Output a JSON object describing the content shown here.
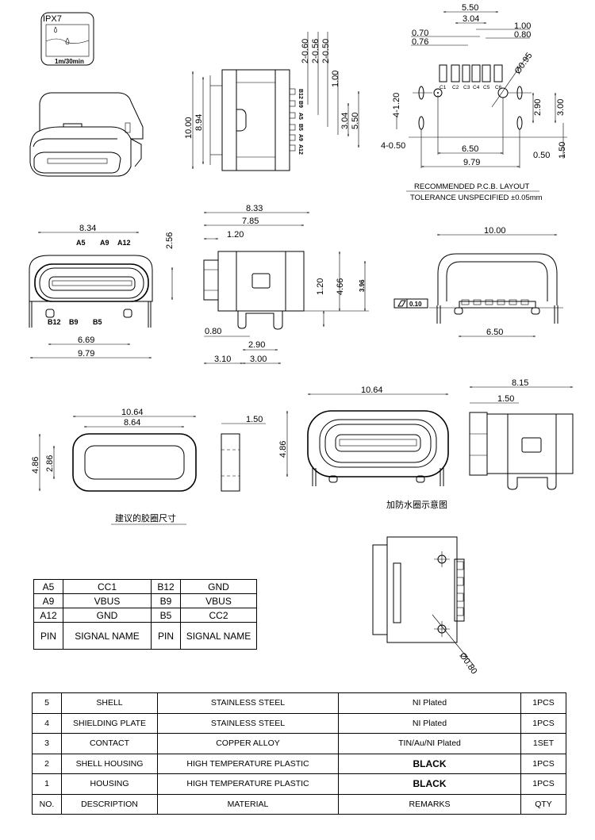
{
  "ipx_badge": {
    "rating": "IPX7",
    "spec": "1m/30min"
  },
  "top_view": {
    "dims": {
      "overall": "10.00",
      "inner": "8.94",
      "pitch_a": "2-0.60",
      "pitch_b": "2-0.56",
      "pitch_c": "2-0.50",
      "gap": "1.00",
      "span_small": "3.04",
      "span_large": "5.50"
    },
    "pins": [
      "B12",
      "B9",
      "A5",
      "B5",
      "A9",
      "A12"
    ]
  },
  "pcb_layout": {
    "dims": {
      "span_top": "5.50",
      "span_mid": "3.04",
      "pad_gap": "1.00",
      "pad_pitch": "0.80",
      "pad_width": "0.70",
      "pad_width2": "0.76",
      "hole_dia": "Ø0.95",
      "slot_len": "4-1.20",
      "v_290": "2.90",
      "v_300": "3.00",
      "slot_width": "4-0.50",
      "hole_span": "6.50",
      "slot_w_right": "0.50",
      "v_150": "1.50",
      "slot_span": "9.79"
    },
    "pads": [
      "C1",
      "C2",
      "C3",
      "C4",
      "C5",
      "C6"
    ],
    "title": "RECOMMENDED   P.C.B.  LAYOUT",
    "tolerance": "TOLERANCE  UNSPECIFIED  ±0.05mm"
  },
  "front_view": {
    "dims": {
      "width": "8.34",
      "height": "2.56",
      "pin_span": "6.69",
      "overall": "9.79"
    },
    "top_pins": [
      "A5",
      "A9",
      "A12"
    ],
    "bottom_pins": [
      "B12",
      "B9",
      "B5"
    ]
  },
  "side_view": {
    "dims": {
      "overall": "8.33",
      "body": "7.85",
      "front": "1.20",
      "height": "4.66",
      "offset": "1.20",
      "total": "3.96",
      "leg": "0.80",
      "leg_span": "2.90",
      "front_to_leg": "3.10",
      "leg_span2": "3.00"
    }
  },
  "rear_view": {
    "dims": {
      "width": "10.00",
      "pin_span": "6.50"
    },
    "flatness": "0.10"
  },
  "gasket": {
    "dims": {
      "outer_w": "10.64",
      "inner_w": "8.64",
      "outer_h": "4.86",
      "inner_h": "2.86",
      "thickness": "1.50"
    },
    "caption": "建议的胶圈尺寸"
  },
  "gasket_assembly": {
    "dims": {
      "width": "10.64",
      "height": "4.86",
      "length": "8.15",
      "ring": "1.50"
    },
    "caption": "加防水圈示意图"
  },
  "bottom_view": {
    "hole_dia": "Ø0.80"
  },
  "pin_table": {
    "rows": [
      [
        "A5",
        "CC1",
        "B12",
        "GND"
      ],
      [
        "A9",
        "VBUS",
        "B9",
        "VBUS"
      ],
      [
        "A12",
        "GND",
        "B5",
        "CC2"
      ]
    ],
    "header": [
      "PIN",
      "SIGNAL  NAME",
      "PIN",
      "SIGNAL  NAME"
    ]
  },
  "bom_table": {
    "rows": [
      [
        "5",
        "SHELL",
        "STAINLESS  STEEL",
        "NI   Plated",
        "1PCS"
      ],
      [
        "4",
        "SHIELDING  PLATE",
        "STAINLESS  STEEL",
        "NI   Plated",
        "1PCS"
      ],
      [
        "3",
        "CONTACT",
        "COPPER  ALLOY",
        "TIN/Au/NI  Plated",
        "1SET"
      ],
      [
        "2",
        "SHELL  HOUSING",
        "HIGH  TEMPERATURE  PLASTIC",
        "BLACK",
        "1PCS"
      ],
      [
        "1",
        "HOUSING",
        "HIGH  TEMPERATURE  PLASTIC",
        "BLACK",
        "1PCS"
      ]
    ],
    "header": [
      "NO.",
      "DESCRIPTION",
      "MATERIAL",
      "REMARKS",
      "QTY"
    ]
  }
}
